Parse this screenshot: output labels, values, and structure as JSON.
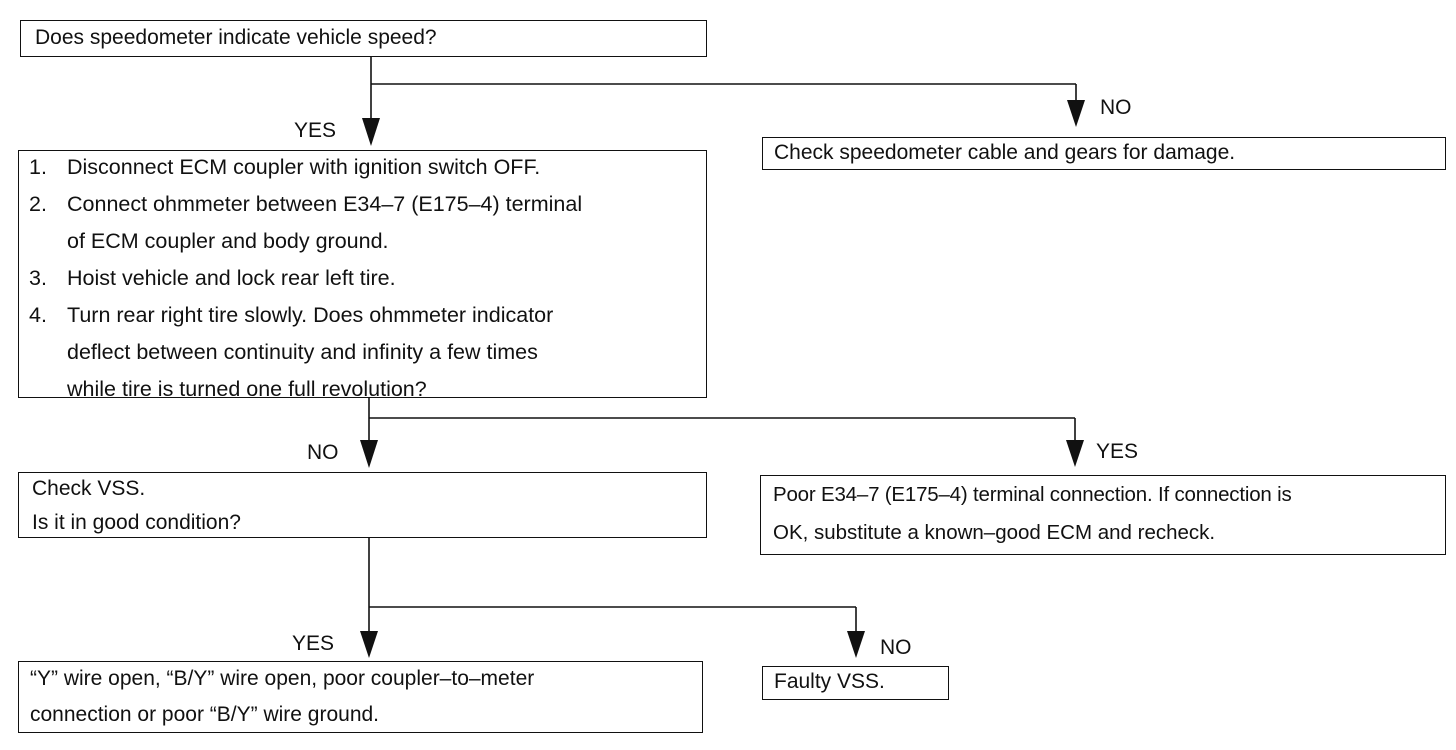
{
  "q1": "Does speedometer indicate vehicle speed?",
  "yes_label": "YES",
  "no_label": "NO",
  "no_action_1": "Check speedometer cable and gears for damage.",
  "steps": [
    {
      "num": "1.",
      "line1": "Disconnect ECM coupler with ignition switch OFF.",
      "line2": "",
      "line3": ""
    },
    {
      "num": "2.",
      "line1": "Connect ohmmeter between E34–7 (E175–4) terminal",
      "line2": "of ECM coupler and body ground.",
      "line3": ""
    },
    {
      "num": "3.",
      "line1": "Hoist vehicle and lock rear left tire.",
      "line2": "",
      "line3": ""
    },
    {
      "num": "4.",
      "line1": "Turn rear right tire slowly.  Does ohmmeter indicator",
      "line2": "deflect between continuity and infinity a few times",
      "line3": "while tire is turned one full revolution?"
    }
  ],
  "check_vss": {
    "line1": "Check VSS.",
    "line2": "Is it in good condition?"
  },
  "poor_terminal": {
    "line1": "Poor E34–7 (E175–4) terminal connection. If connection is",
    "line2": "OK, substitute a known–good ECM and recheck."
  },
  "wire_open": {
    "line1": "“Y” wire open, “B/Y” wire open, poor coupler–to–meter",
    "line2": "connection or poor “B/Y” wire ground."
  },
  "faulty_vss": "Faulty VSS."
}
